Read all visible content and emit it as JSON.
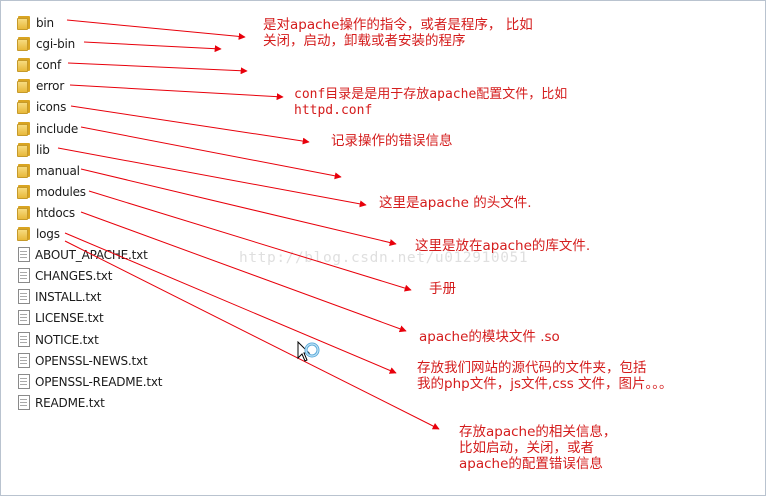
{
  "files": [
    {
      "name": "bin",
      "type": "folder"
    },
    {
      "name": "cgi-bin",
      "type": "folder"
    },
    {
      "name": "conf",
      "type": "folder"
    },
    {
      "name": "error",
      "type": "folder"
    },
    {
      "name": "icons",
      "type": "folder"
    },
    {
      "name": "include",
      "type": "folder"
    },
    {
      "name": "lib",
      "type": "folder"
    },
    {
      "name": "manual",
      "type": "folder"
    },
    {
      "name": "modules",
      "type": "folder"
    },
    {
      "name": "htdocs",
      "type": "folder"
    },
    {
      "name": "logs",
      "type": "folder"
    },
    {
      "name": "ABOUT_APACHE.txt",
      "type": "file"
    },
    {
      "name": "CHANGES.txt",
      "type": "file"
    },
    {
      "name": "INSTALL.txt",
      "type": "file"
    },
    {
      "name": "LICENSE.txt",
      "type": "file"
    },
    {
      "name": "NOTICE.txt",
      "type": "file"
    },
    {
      "name": "OPENSSL-NEWS.txt",
      "type": "file"
    },
    {
      "name": "OPENSSL-README.txt",
      "type": "file"
    },
    {
      "name": "README.txt",
      "type": "file"
    }
  ],
  "annotations": [
    {
      "target": "bin",
      "text": "是对apache操作的指令，或者是程序， 比如\n关闭，启动，卸载或者安装的程序"
    },
    {
      "target": "conf",
      "text": "conf目录是是用于存放apache配置文件，比如\nhttpd.conf"
    },
    {
      "target": "error",
      "text": "记录操作的错误信息"
    },
    {
      "target": "include",
      "text": "这里是apache 的头文件."
    },
    {
      "target": "lib",
      "text": "这里是放在apache的库文件."
    },
    {
      "target": "manual",
      "text": "手册"
    },
    {
      "target": "modules",
      "text": "apache的模块文件 .so"
    },
    {
      "target": "htdocs",
      "text": "存放我们网站的源代码的文件夹，包括\n我的php文件，js文件,css 文件，图片。。。"
    },
    {
      "target": "logs",
      "text": "存放apache的相关信息，\n比如启动，关闭，或者\napache的配置错误信息"
    }
  ],
  "watermark": "http://blog.csdn.net/u012910051",
  "colors": {
    "annotation": "#d41c1c",
    "arrow": "#e8000b",
    "text": "#1b1b1b"
  },
  "icons": {
    "folder": "folder-icon",
    "file": "text-file-icon",
    "cursor": "busy-cursor-icon"
  }
}
